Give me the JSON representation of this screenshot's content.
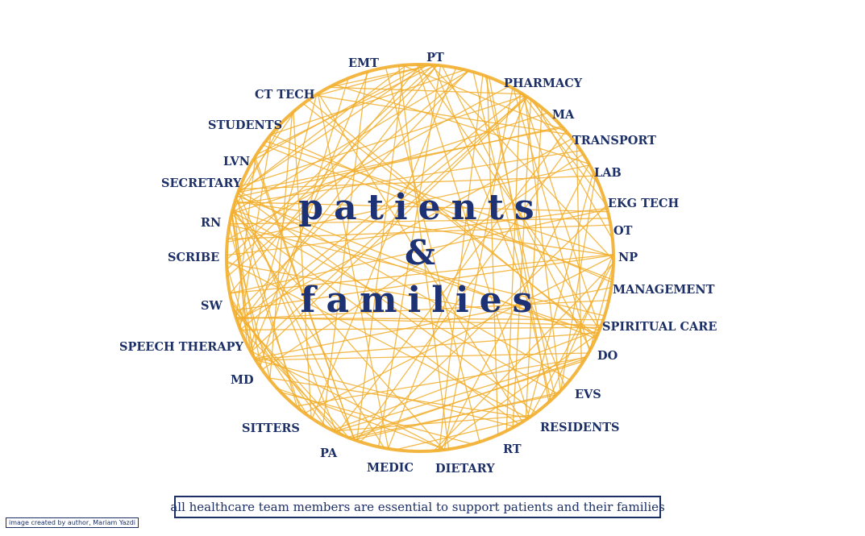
{
  "center": {
    "line1": "patients",
    "line2": "&",
    "line3": "families"
  },
  "nodes": [
    {
      "id": "pt",
      "label": "PT"
    },
    {
      "id": "pharmacy",
      "label": "PHARMACY"
    },
    {
      "id": "ma",
      "label": "MA"
    },
    {
      "id": "transport",
      "label": "TRANSPORT"
    },
    {
      "id": "lab",
      "label": "LAB"
    },
    {
      "id": "ekg-tech",
      "label": "EKG TECH"
    },
    {
      "id": "ot",
      "label": "OT"
    },
    {
      "id": "np",
      "label": "NP"
    },
    {
      "id": "management",
      "label": "MANAGEMENT"
    },
    {
      "id": "spiritual-care",
      "label": "SPIRITUAL CARE"
    },
    {
      "id": "do",
      "label": "DO"
    },
    {
      "id": "evs",
      "label": "EVS"
    },
    {
      "id": "residents",
      "label": "RESIDENTS"
    },
    {
      "id": "rt",
      "label": "RT"
    },
    {
      "id": "dietary",
      "label": "DIETARY"
    },
    {
      "id": "medic",
      "label": "MEDIC"
    },
    {
      "id": "pa",
      "label": "PA"
    },
    {
      "id": "sitters",
      "label": "SITTERS"
    },
    {
      "id": "md",
      "label": "MD"
    },
    {
      "id": "speech-therapy",
      "label": "SPEECH THERAPY"
    },
    {
      "id": "sw",
      "label": "SW"
    },
    {
      "id": "scribe",
      "label": "SCRIBE"
    },
    {
      "id": "rn",
      "label": "RN"
    },
    {
      "id": "secretary",
      "label": "SECRETARY"
    },
    {
      "id": "lvn",
      "label": "LVN"
    },
    {
      "id": "students",
      "label": "STUDENTS"
    },
    {
      "id": "ct-tech",
      "label": "CT TECH"
    },
    {
      "id": "emt",
      "label": "EMT"
    }
  ],
  "caption": "all healthcare team members are essential to support patients and their families",
  "credit": "image created by author, Mariam Yazdi",
  "colors": {
    "network_line": "#f2ae2c",
    "text_navy": "#1c2f66"
  }
}
